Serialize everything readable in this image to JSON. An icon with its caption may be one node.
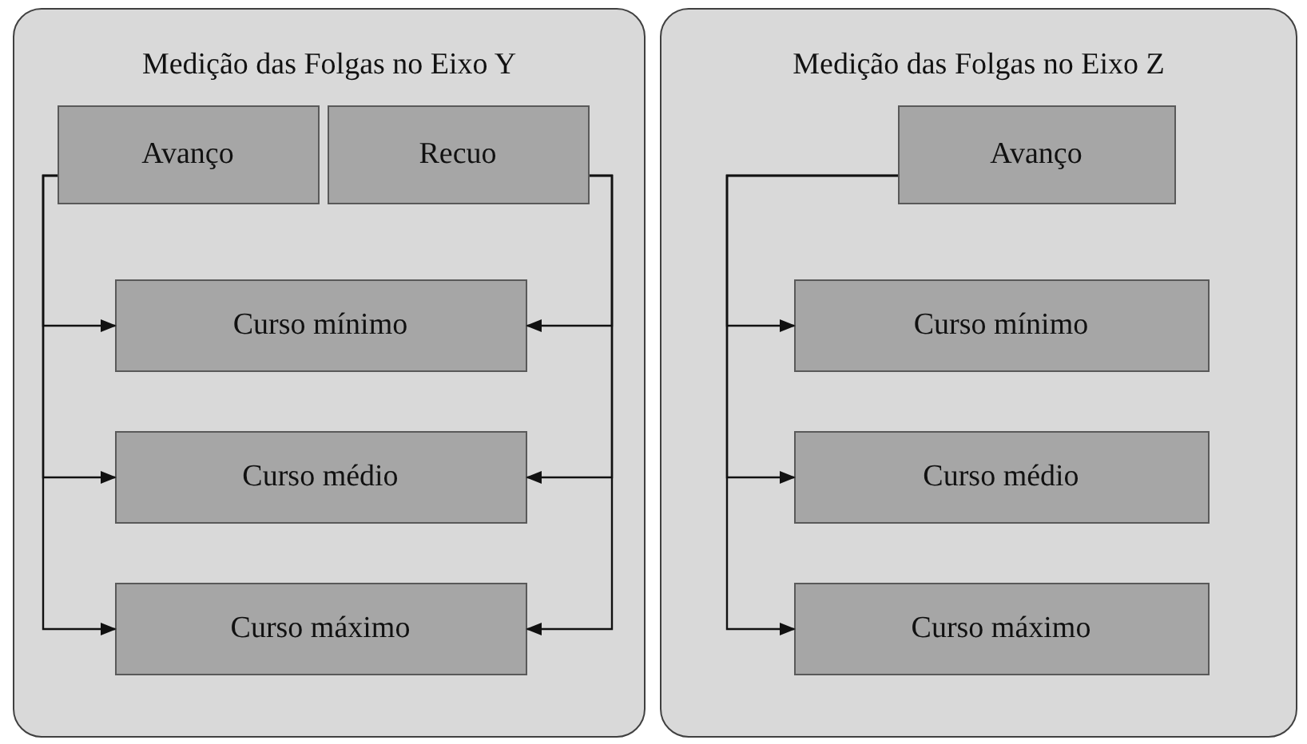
{
  "diagram": {
    "nodes": [
      {
        "text": [
          "Medição das Folgas no Eixo Y"
        ]
      },
      {
        "text": [
          "Avanço"
        ],
        "in": 0
      },
      {
        "text": [
          "Recuo"
        ],
        "in": 0
      },
      {
        "text": [
          "Curso mínimo"
        ],
        "in": 0
      },
      {
        "text": [
          "Curso médio"
        ],
        "in": 0
      },
      {
        "text": [
          "Curso máximo"
        ],
        "in": 0
      },
      {
        "text": [
          "Medição das Folgas no Eixo Z"
        ]
      },
      {
        "text": [
          "Avanço"
        ],
        "in": 6
      },
      {
        "text": [
          "Curso mínimo"
        ],
        "in": 6
      },
      {
        "text": [
          "Curso médio"
        ],
        "in": 6
      },
      {
        "text": [
          "Curso máximo"
        ],
        "in": 6
      }
    ],
    "edges": [
      {
        "from": 1,
        "to": 3,
        "arrow": "to"
      },
      {
        "from": 1,
        "to": 4,
        "arrow": "to"
      },
      {
        "from": 1,
        "to": 5,
        "arrow": "to"
      },
      {
        "from": 2,
        "to": 3,
        "arrow": "to"
      },
      {
        "from": 2,
        "to": 4,
        "arrow": "to"
      },
      {
        "from": 2,
        "to": 5,
        "arrow": "to"
      },
      {
        "from": 7,
        "to": 8,
        "arrow": "to"
      },
      {
        "from": 7,
        "to": 9,
        "arrow": "to"
      },
      {
        "from": 7,
        "to": 10,
        "arrow": "to"
      }
    ]
  }
}
